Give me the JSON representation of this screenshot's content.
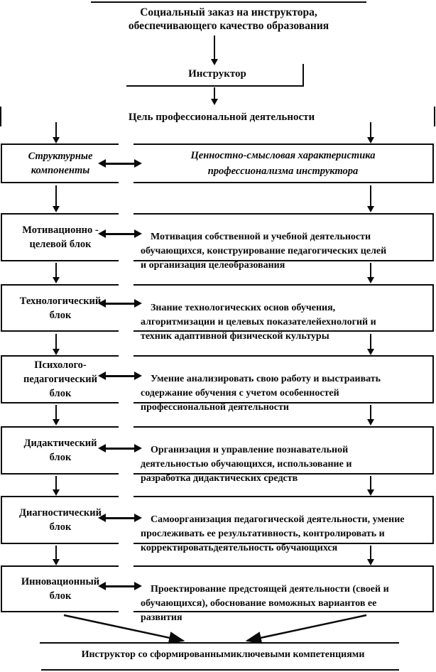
{
  "top": {
    "social_order": "Социальный заказ на инструктора,\nобеспечивающего качество образования",
    "instructor": "Инструктор",
    "goal": "Цель профессиональной деятельности"
  },
  "header_row": {
    "left": "Структурные\nкомпоненты",
    "right": "Ценностно-смысловая характеристика\nпрофессионализма инструктора"
  },
  "rows": [
    {
      "block": "Мотивационно -\nцелевой блок",
      "desc": "Мотивация собственной и учебной деятельности\nобучающихся, конструирование педагогических целей\nи организация целеобразования"
    },
    {
      "block": "Технологический\nблок",
      "desc": "Знание технологических основ обучения,\nалгоритмизации и целевых показателейехнологий и\nтехник адаптивной физической культуры"
    },
    {
      "block": "Психолого-\nпедагогический\nблок",
      "desc": "Умение анализировать свою работу и выстраивать\nсодержание обучения с учетом особенностей\nпрофессиональной деятельности"
    },
    {
      "block": "Дидактический\nблок",
      "desc": "Организация и управление познавательной\nдеятельностью обучающихся, использование и\nразработка дидактических средств"
    },
    {
      "block": "Диагностический\nблок",
      "desc": "Самоорганизация педагогической деятельности, умение\nпрослеживать ее результативность, контролировать и\nкорректироватьдеятельность обучающихся"
    },
    {
      "block": "Инновационный\nблок",
      "desc": "Проектирование предстоящей деятельности (своей и\nобучающихся), обоснование воможных вариантов ее\nразвития"
    }
  ],
  "bottom": {
    "result": "Инструктор со сформированнымиключевыми компетенциями"
  },
  "colors": {
    "ink": "#0a0a0a",
    "background": "#ffffff"
  }
}
